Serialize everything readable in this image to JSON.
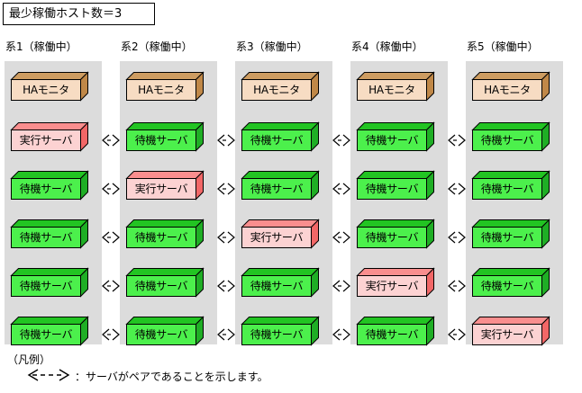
{
  "title": {
    "text": "最少稼働ホスト数＝3"
  },
  "colors": {
    "panel_background": "#dcdcdc",
    "page_background": "#ffffff",
    "outline": "#000000",
    "ha_front": "#f7dcc3",
    "ha_top": "#cd9c61",
    "ha_right": "#c08848",
    "standby_front": "#4cf04c",
    "standby_top": "#22c422",
    "standby_right": "#1fae25",
    "active_front": "#fcd2d2",
    "active_top": "#f98e8e",
    "active_right": "#f26767"
  },
  "labels": {
    "ha_monitor": "HAモニタ",
    "active_server": "実行サーバ",
    "standby_server": "待機サーバ"
  },
  "columns": [
    {
      "header": "系1（稼働中）",
      "ha_monitor": "HAモニタ",
      "rows": [
        {
          "label": "実行サーバ",
          "state": "active"
        },
        {
          "label": "待機サーバ",
          "state": "standby"
        },
        {
          "label": "待機サーバ",
          "state": "standby"
        },
        {
          "label": "待機サーバ",
          "state": "standby"
        },
        {
          "label": "待機サーバ",
          "state": "standby"
        }
      ]
    },
    {
      "header": "系2（稼働中）",
      "ha_monitor": "HAモニタ",
      "rows": [
        {
          "label": "待機サーバ",
          "state": "standby"
        },
        {
          "label": "実行サーバ",
          "state": "active"
        },
        {
          "label": "待機サーバ",
          "state": "standby"
        },
        {
          "label": "待機サーバ",
          "state": "standby"
        },
        {
          "label": "待機サーバ",
          "state": "standby"
        }
      ]
    },
    {
      "header": "系3（稼働中）",
      "ha_monitor": "HAモニタ",
      "rows": [
        {
          "label": "待機サーバ",
          "state": "standby"
        },
        {
          "label": "待機サーバ",
          "state": "standby"
        },
        {
          "label": "実行サーバ",
          "state": "active"
        },
        {
          "label": "待機サーバ",
          "state": "standby"
        },
        {
          "label": "待機サーバ",
          "state": "standby"
        }
      ]
    },
    {
      "header": "系4（稼働中）",
      "ha_monitor": "HAモニタ",
      "rows": [
        {
          "label": "待機サーバ",
          "state": "standby"
        },
        {
          "label": "待機サーバ",
          "state": "standby"
        },
        {
          "label": "待機サーバ",
          "state": "standby"
        },
        {
          "label": "実行サーバ",
          "state": "active"
        },
        {
          "label": "待機サーバ",
          "state": "standby"
        }
      ]
    },
    {
      "header": "系5（稼働中）",
      "ha_monitor": "HAモニタ",
      "rows": [
        {
          "label": "待機サーバ",
          "state": "standby"
        },
        {
          "label": "待機サーバ",
          "state": "standby"
        },
        {
          "label": "待機サーバ",
          "state": "standby"
        },
        {
          "label": "待機サーバ",
          "state": "standby"
        },
        {
          "label": "実行サーバ",
          "state": "active"
        }
      ]
    }
  ],
  "legend": {
    "heading": "（凡例）",
    "arrow_glyph": "＜---＞",
    "separator": "：",
    "description": "サーバがペアであることを示します。"
  }
}
